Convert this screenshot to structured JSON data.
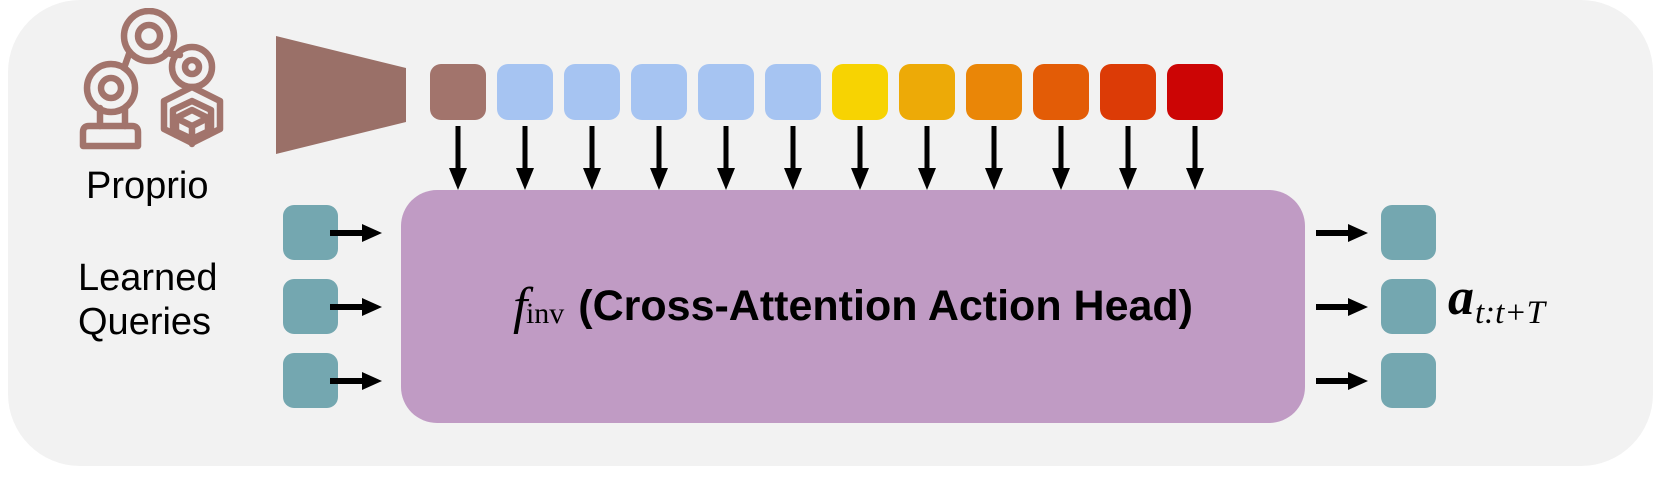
{
  "figure": {
    "background_color": "#ffffff",
    "card_color": "#f2f2f2"
  },
  "icons": {
    "robot_arm": "robot-arm-icon",
    "robot_arm_color": "#a2746c",
    "encoder": "encoder-trapezoid-icon",
    "encoder_color": "#9a7068"
  },
  "labels": {
    "proprio": "Proprio",
    "learned_queries_line1": "Learned",
    "learned_queries_line2": "Queries"
  },
  "main_block": {
    "function_symbol": "f",
    "function_subscript": "inv",
    "head_label": "(Cross-Attention Action Head)",
    "color": "#c09bc4"
  },
  "output": {
    "symbol": "a",
    "subscript": "t:t+T",
    "token_color": "#74a7b0"
  },
  "queries": {
    "token_color": "#74a7b0",
    "count": 3
  },
  "chart_data": {
    "type": "diagram",
    "title": "Cross-Attention Action Head pipeline",
    "token_sequence": {
      "count": 12,
      "labels": [
        "proprio-token",
        "vision-token-1",
        "vision-token-2",
        "vision-token-3",
        "vision-token-4",
        "vision-token-5",
        "warm-token-1",
        "warm-token-2",
        "warm-token-3",
        "warm-token-4",
        "warm-token-5",
        "warm-token-6"
      ],
      "colors": [
        "#a2746c",
        "#a6c4f2",
        "#a6c4f2",
        "#a6c4f2",
        "#a6c4f2",
        "#a6c4f2",
        "#f7d302",
        "#edaa07",
        "#ea8607",
        "#e35c06",
        "#dc3b06",
        "#cc0505"
      ]
    },
    "arrows_down": 12,
    "arrows_in": 3,
    "arrows_out": 3
  }
}
